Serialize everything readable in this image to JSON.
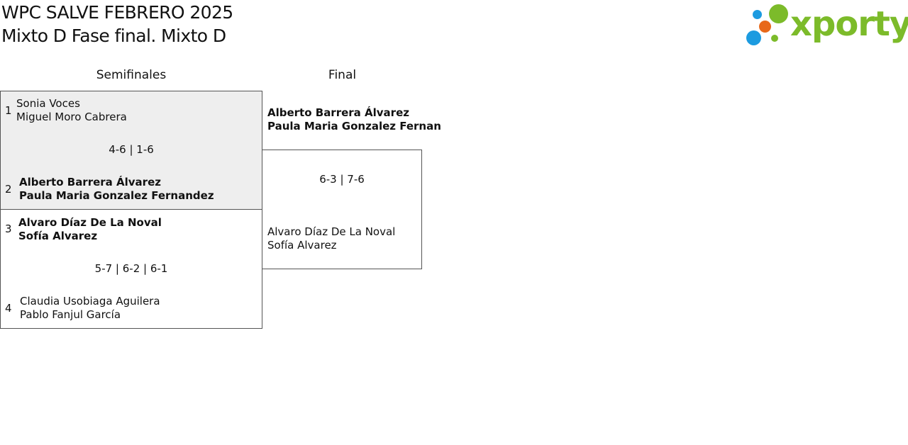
{
  "header": {
    "line1": "WPC SALVE FEBRERO 2025",
    "line2": "Mixto D Fase final. Mixto D"
  },
  "logo": {
    "text": "xporty",
    "colors": {
      "green": "#7cbb2a",
      "orange": "#e8681a",
      "blue": "#1c9be0"
    }
  },
  "rounds": [
    {
      "label": "Semifinales"
    },
    {
      "label": "Final"
    }
  ],
  "semifinal_1": {
    "score": "4-6 | 1-6",
    "team_a": {
      "seed": "1",
      "player1": "Sonia Voces",
      "player2": "Miguel Moro Cabrera",
      "winner": false
    },
    "team_b": {
      "seed": "2",
      "player1": "Alberto Barrera Álvarez",
      "player2": "Paula Maria Gonzalez Fernandez",
      "winner": true
    }
  },
  "semifinal_2": {
    "score": "5-7 | 6-2 | 6-1",
    "team_a": {
      "seed": "3",
      "player1": "Alvaro Díaz De La Noval",
      "player2": "Sofía Alvarez",
      "winner": true
    },
    "team_b": {
      "seed": "4",
      "player1": "Claudia Usobiaga Aguilera",
      "player2": "Pablo Fanjul García",
      "winner": false
    }
  },
  "final": {
    "score": "6-3 | 7-6",
    "team_a": {
      "player1": "Alberto Barrera Álvarez",
      "player2": "Paula Maria Gonzalez Fernan",
      "winner": true
    },
    "team_b": {
      "player1": "Alvaro Díaz De La Noval",
      "player2": "Sofía Alvarez",
      "winner": false
    }
  },
  "colors": {
    "highlight_bg": "#eeeeee",
    "border": "#555555"
  }
}
